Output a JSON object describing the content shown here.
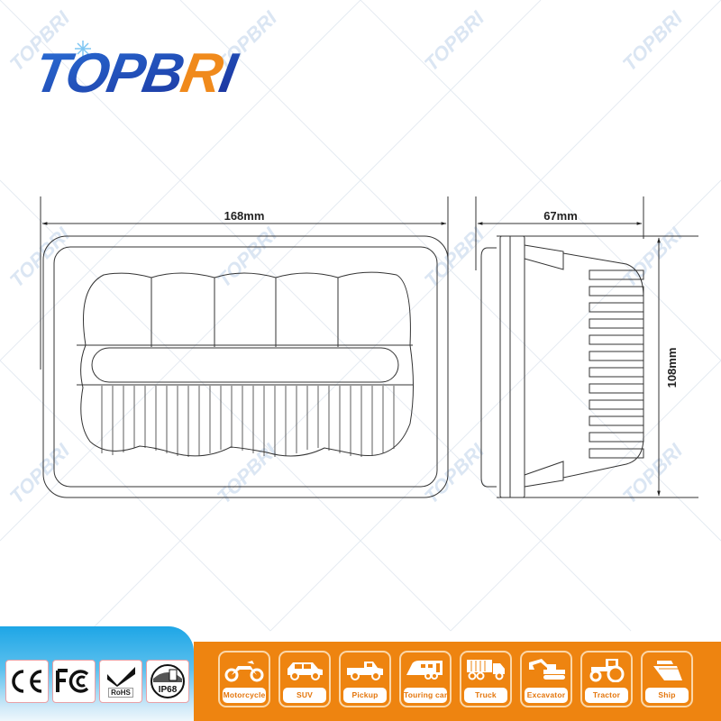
{
  "brand": {
    "name": "TOPBRI",
    "prefix": "TOPB",
    "highlight": "R",
    "suffix": "I",
    "primary_color": "#1c3fb0",
    "accent_color": "#f08a1c",
    "watermark_text": "TOPBRI"
  },
  "front_view": {
    "width_label": "168mm",
    "led_segments": 5,
    "fin_count": 28
  },
  "side_view": {
    "depth_label": "67mm",
    "height_label": "108mm",
    "fin_count": 12
  },
  "certifications": [
    {
      "id": "ce",
      "label": "CE",
      "icon": "ce-mark-icon"
    },
    {
      "id": "fcc",
      "label": "FC",
      "icon": "fcc-mark-icon"
    },
    {
      "id": "rohs",
      "label": "RoHS",
      "icon": "rohs-check-icon"
    },
    {
      "id": "ip68",
      "label": "IP68",
      "icon": "ip68-icon"
    }
  ],
  "applications": [
    {
      "label": "Motorcycle",
      "icon": "motorcycle-icon"
    },
    {
      "label": "SUV",
      "icon": "suv-icon"
    },
    {
      "label": "Pickup",
      "icon": "pickup-icon"
    },
    {
      "label": "Touring car",
      "icon": "touring-car-icon"
    },
    {
      "label": "Truck",
      "icon": "truck-icon"
    },
    {
      "label": "Excavator",
      "icon": "excavator-icon"
    },
    {
      "label": "Tractor",
      "icon": "tractor-icon"
    },
    {
      "label": "Ship",
      "icon": "ship-icon"
    }
  ],
  "colors": {
    "banner_orange": "#ee8410",
    "banner_blue": "#1ea6e6",
    "line": "#333333"
  }
}
